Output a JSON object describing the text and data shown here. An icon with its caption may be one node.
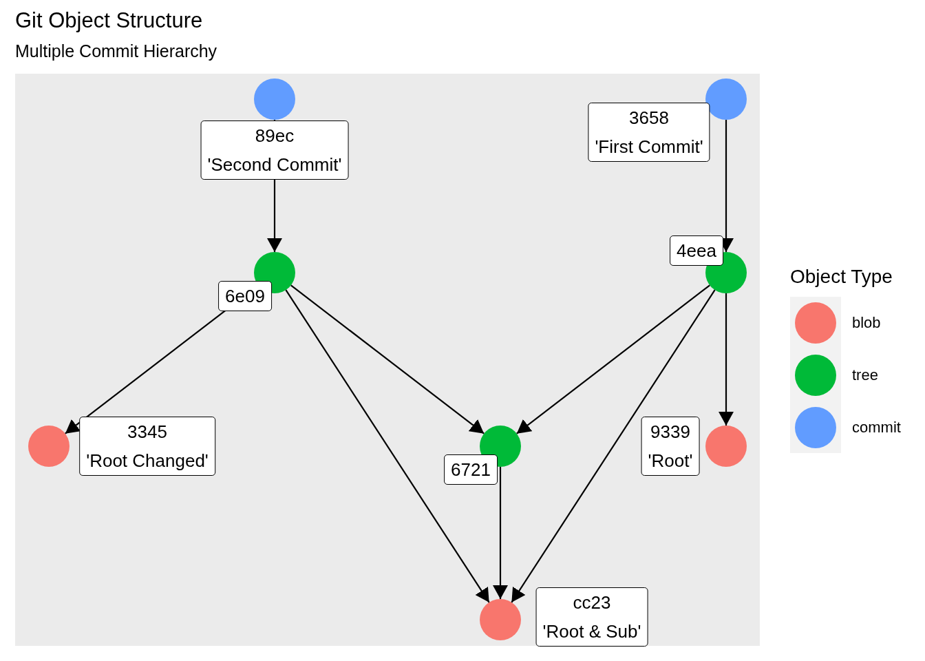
{
  "diagram": {
    "title": "Git Object Structure",
    "caption": "Multiple Commit Hierarchy",
    "nodes": [
      {
        "text": [],
        "shape": "circle",
        "beside": [
          "89ec",
          "'Second Commit'"
        ]
      },
      {
        "text": [],
        "shape": "circle",
        "beside": [
          "3658",
          "'First Commit'"
        ]
      },
      {
        "text": [],
        "shape": "circle",
        "beside": [
          "6e09"
        ]
      },
      {
        "text": [],
        "shape": "circle",
        "beside": [
          "4eea"
        ]
      },
      {
        "text": [],
        "shape": "circle",
        "beside": [
          "3345",
          "'Root Changed'"
        ]
      },
      {
        "text": [],
        "shape": "circle",
        "beside": [
          "6721"
        ]
      },
      {
        "text": [],
        "shape": "circle",
        "beside": [
          "9339",
          "'Root'"
        ]
      },
      {
        "text": [],
        "shape": "circle",
        "beside": [
          "cc23",
          "'Root & Sub'"
        ]
      }
    ],
    "edges": [
      {
        "from": 0,
        "to": 2,
        "arrow": "to"
      },
      {
        "from": 1,
        "to": 3,
        "arrow": "to"
      },
      {
        "from": 2,
        "to": 4,
        "arrow": "to"
      },
      {
        "from": 2,
        "to": 5,
        "arrow": "to"
      },
      {
        "from": 2,
        "to": 7,
        "arrow": "to"
      },
      {
        "from": 3,
        "to": 5,
        "arrow": "to"
      },
      {
        "from": 3,
        "to": 7,
        "arrow": "to"
      },
      {
        "from": 3,
        "to": 6,
        "arrow": "to"
      },
      {
        "from": 5,
        "to": 7,
        "arrow": "to"
      }
    ],
    "labels": [
      "Object Type"
    ],
    "legend": [
      {
        "text": "blob",
        "color": "#f8766d"
      },
      {
        "text": "tree",
        "color": "#00ba38"
      },
      {
        "text": "commit",
        "color": "#619cff"
      }
    ]
  }
}
